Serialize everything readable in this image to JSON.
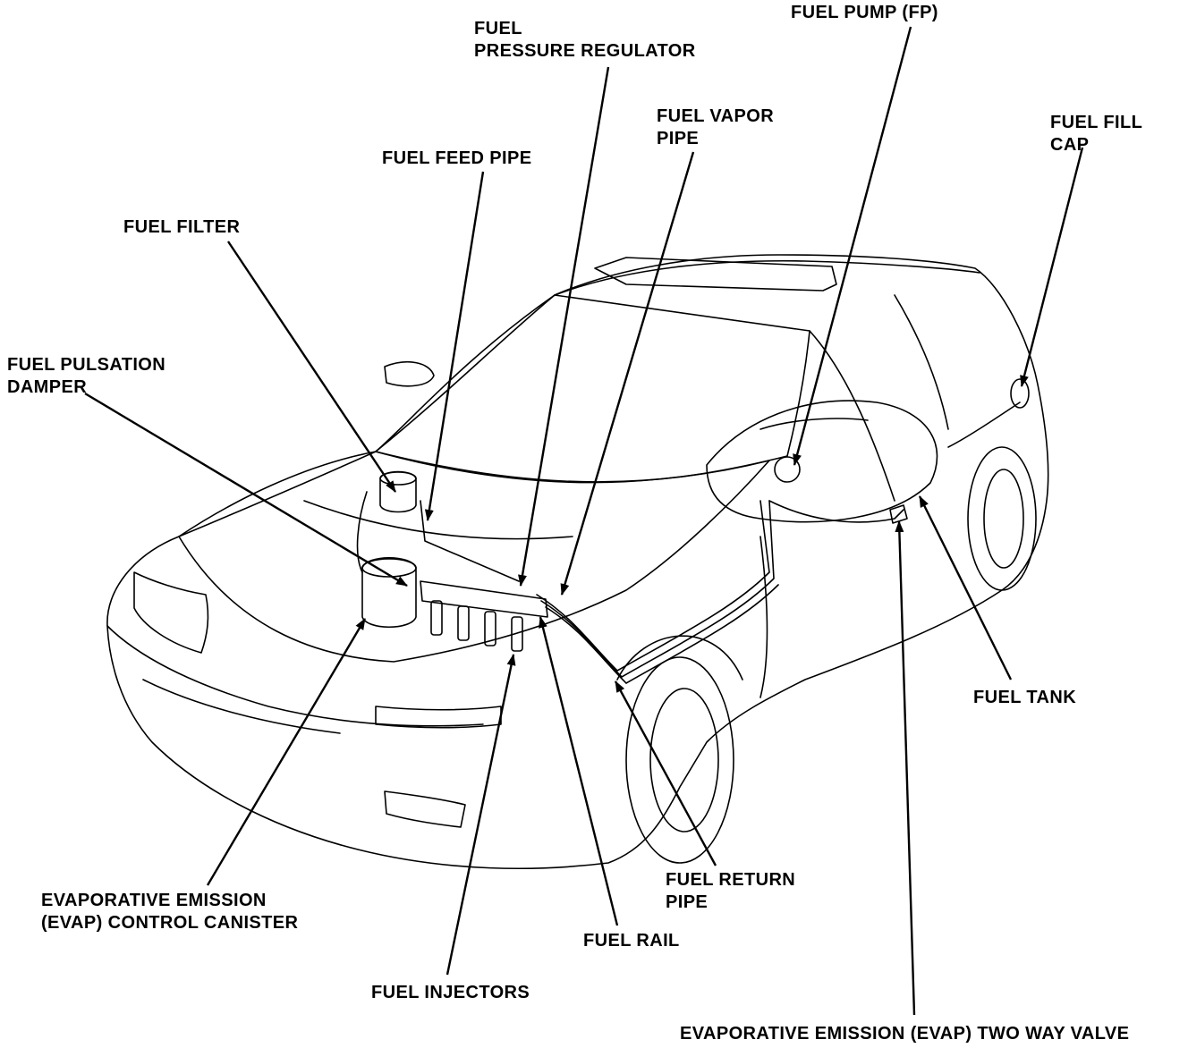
{
  "labels": {
    "fuel_pressure_regulator": [
      "FUEL",
      "PRESSURE REGULATOR"
    ],
    "fuel_pump": [
      "FUEL PUMP (FP)"
    ],
    "fuel_vapor_pipe": [
      "FUEL VAPOR",
      "PIPE"
    ],
    "fuel_fill_cap": [
      "FUEL FILL",
      "CAP"
    ],
    "fuel_feed_pipe": [
      "FUEL FEED PIPE"
    ],
    "fuel_filter": [
      "FUEL FILTER"
    ],
    "fuel_pulsation_damper": [
      "FUEL PULSATION",
      "DAMPER"
    ],
    "fuel_tank": [
      "FUEL TANK"
    ],
    "evap_canister": [
      "EVAPORATIVE EMISSION",
      "(EVAP) CONTROL CANISTER"
    ],
    "fuel_return_pipe": [
      "FUEL RETURN",
      "PIPE"
    ],
    "fuel_rail": [
      "FUEL RAIL"
    ],
    "fuel_injectors": [
      "FUEL INJECTORS"
    ],
    "evap_two_way_valve": [
      "EVAPORATIVE EMISSION (EVAP) TWO WAY VALVE"
    ]
  },
  "colors": {
    "ink": "#000000",
    "paper": "#ffffff"
  }
}
